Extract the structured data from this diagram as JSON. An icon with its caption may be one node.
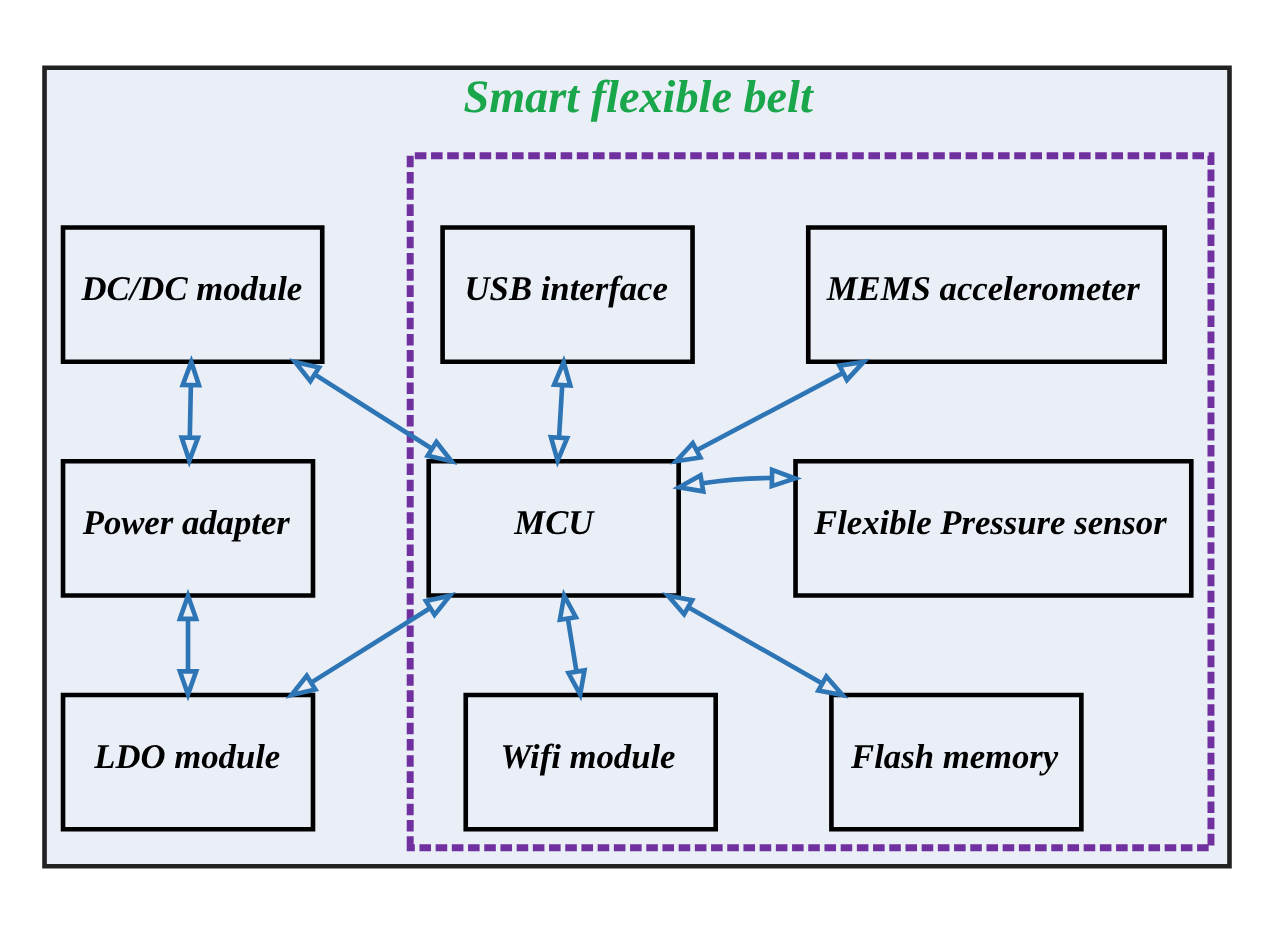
{
  "diagram": {
    "nodes": [
      {
        "text": [
          "Smart flexible belt"
        ]
      },
      {
        "text": [
          "DC/DC module"
        ],
        "in": 0
      },
      {
        "text": [
          "Power adapter"
        ],
        "in": 0
      },
      {
        "text": [
          "LDO module"
        ],
        "in": 0
      },
      {
        "text": [],
        "shape": "box",
        "in": 0
      },
      {
        "text": [
          "USB interface"
        ],
        "in": 4
      },
      {
        "text": [
          "MEMS accelerometer"
        ],
        "in": 4
      },
      {
        "text": [
          "MCU"
        ],
        "in": 4
      },
      {
        "text": [
          "Flexible Pressure sensor"
        ],
        "in": 4
      },
      {
        "text": [
          "Wifi module"
        ],
        "in": 4
      },
      {
        "text": [
          "Flash memory"
        ],
        "in": 4
      }
    ],
    "edges": [
      {
        "from": 1,
        "to": 2,
        "arrow": "both"
      },
      {
        "from": 2,
        "to": 3,
        "arrow": "both"
      },
      {
        "from": 1,
        "to": 7,
        "arrow": "both"
      },
      {
        "from": 3,
        "to": 7,
        "arrow": "both"
      },
      {
        "from": 5,
        "to": 7,
        "arrow": "both"
      },
      {
        "from": 7,
        "to": 9,
        "arrow": "both"
      },
      {
        "from": 7,
        "to": 6,
        "arrow": "both"
      },
      {
        "from": 7,
        "to": 8,
        "arrow": "both"
      },
      {
        "from": 7,
        "to": 10,
        "arrow": "both"
      }
    ]
  }
}
